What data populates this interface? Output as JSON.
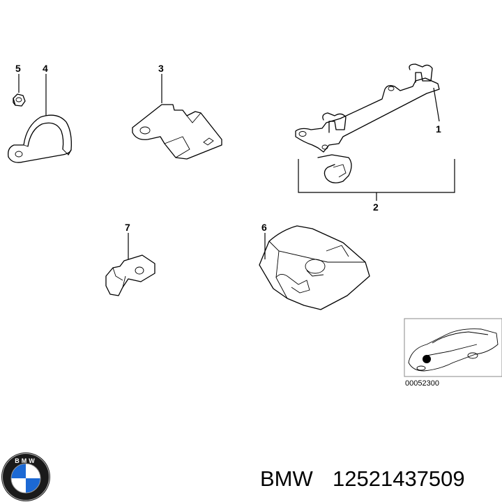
{
  "callouts": {
    "c1": "1",
    "c2": "2",
    "c3": "3",
    "c4": "4",
    "c5": "5",
    "c6": "6",
    "c7": "7"
  },
  "inset": {
    "code": "00052300"
  },
  "footer": {
    "brand": "BMW",
    "part_number": "12521437509",
    "logo_letters": "BMW"
  },
  "colors": {
    "line": "#000000",
    "background": "#ffffff",
    "logo_blue": "#1c69d4"
  }
}
